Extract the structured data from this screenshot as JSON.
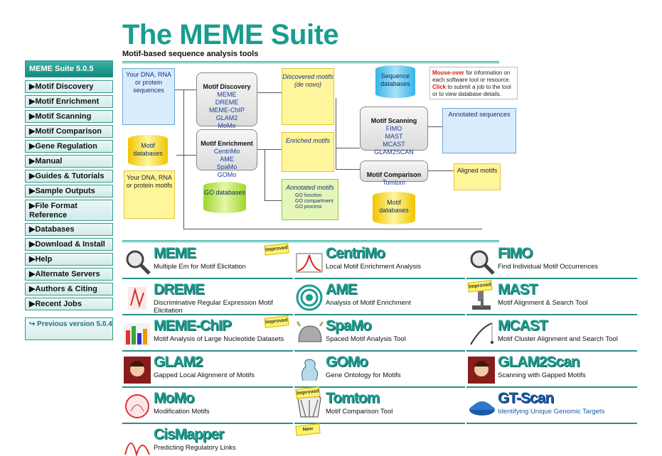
{
  "header": {
    "title": "The MEME Suite",
    "subtitle": "Motif-based sequence analysis tools"
  },
  "sidebar": {
    "version": "MEME Suite 5.0.5",
    "items": [
      {
        "label": "▶Motif Discovery"
      },
      {
        "label": "▶Motif Enrichment"
      },
      {
        "label": "▶Motif Scanning"
      },
      {
        "label": "▶Motif Comparison"
      },
      {
        "label": "▶Gene Regulation"
      },
      {
        "label": "▶Manual"
      },
      {
        "label": "▶Guides & Tutorials"
      },
      {
        "label": "▶Sample Outputs"
      },
      {
        "label": "▶File Format Reference"
      },
      {
        "label": "▶Databases"
      },
      {
        "label": "▶Download & Install"
      },
      {
        "label": "▶Help"
      },
      {
        "label": "▶Alternate Servers"
      },
      {
        "label": "▶Authors & Citing"
      },
      {
        "label": "▶Recent Jobs"
      }
    ],
    "previous": "↪ Previous version 5.0.4"
  },
  "diagram": {
    "input_seq": "Your DNA, RNA or protein sequences",
    "motif_db": "Motif databases",
    "input_motifs": "Your DNA, RNA or protein motifs",
    "go_db": "GO databases",
    "discovery": {
      "title": "Motif Discovery",
      "tools": "MEME\nDREME\nMEME-ChIP\nGLAM2\nMoMo"
    },
    "enrichment": {
      "title": "Motif Enrichment",
      "tools": "CentriMo\nAME\nSpaMo\nGOMo"
    },
    "discovered": "Discovered motifs (de novo)",
    "enriched": "Enriched motifs",
    "annotated_motifs": "Annotated motifs",
    "annotated_motifs_list": "GO function\nGO compartment\nGO process",
    "seq_db": "Sequence databases",
    "scanning": {
      "title": "Motif Scanning",
      "tools": "FIMO\nMAST\nMCAST\nGLAM2SCAN"
    },
    "annotated_seqs": "Annotated sequences",
    "comparison": {
      "title": "Motif Comparison",
      "tools": "Tomtom"
    },
    "aligned": "Aligned motifs",
    "motif_db2": "Motif databases",
    "note_red1": "Mouse-over",
    "note_text1": " for information on each software tool or resource.",
    "note_red2": "Click",
    "note_text2": " to submit a job to the tool or to view database details."
  },
  "tools": [
    {
      "name": "MEME",
      "desc": "Multiple Em for Motif Elicitation",
      "icon": "magnifier-icon",
      "badge": "Improved"
    },
    {
      "name": "CentriMo",
      "desc": "Local Motif Enrichment Analysis",
      "icon": "peak-plot-icon"
    },
    {
      "name": "FIMO",
      "desc": "Find Individual Motif Occurrences",
      "icon": "magnifier-icon"
    },
    {
      "name": "DREME",
      "desc": "Discriminative Regular Expression Motif Elicitation",
      "icon": "dreme-icon"
    },
    {
      "name": "AME",
      "desc": "Analysis of Motif Enrichment",
      "icon": "target-icon"
    },
    {
      "name": "MAST",
      "desc": "Motif Alignment & Search Tool",
      "icon": "microscope-icon",
      "badge": "Improved"
    },
    {
      "name": "MEME-ChIP",
      "desc": "Motif Analysis of Large Nucleotide Datasets",
      "icon": "logo-icon",
      "badge": "Improved"
    },
    {
      "name": "SpaMo",
      "desc": "Spaced Motif Analysis Tool",
      "icon": "helmet-icon"
    },
    {
      "name": "MCAST",
      "desc": "Motif Cluster Alignment and Search Tool",
      "icon": "fishing-rod-icon"
    },
    {
      "name": "GLAM2",
      "desc": "Gapped Local Alignment of Motifs",
      "icon": "glam-face-icon"
    },
    {
      "name": "GOMo",
      "desc": "Gene Ontology for Motifs",
      "icon": "gomo-icon"
    },
    {
      "name": "GLAM2Scan",
      "desc": "Scanning with Gapped Motifs",
      "icon": "glam-face-icon"
    },
    {
      "name": "MoMo",
      "desc": "Modification Motifs",
      "icon": "momo-icon"
    },
    {
      "name": "Tomtom",
      "desc": "Motif Comparison Tool",
      "icon": "drum-icon",
      "badge": "Improved"
    },
    {
      "name": "GT-Scan",
      "desc": "Identifying Unique Genomic Targets",
      "icon": "gtscan-icon"
    },
    {
      "name": "CisMapper",
      "desc": "Predicting Regulatory Links",
      "icon": "cismapper-icon",
      "badge": "New"
    }
  ],
  "colors": {
    "brand": "#1a9c8f",
    "gtscan": "#1d59a8",
    "note_red": "#e0160b"
  }
}
